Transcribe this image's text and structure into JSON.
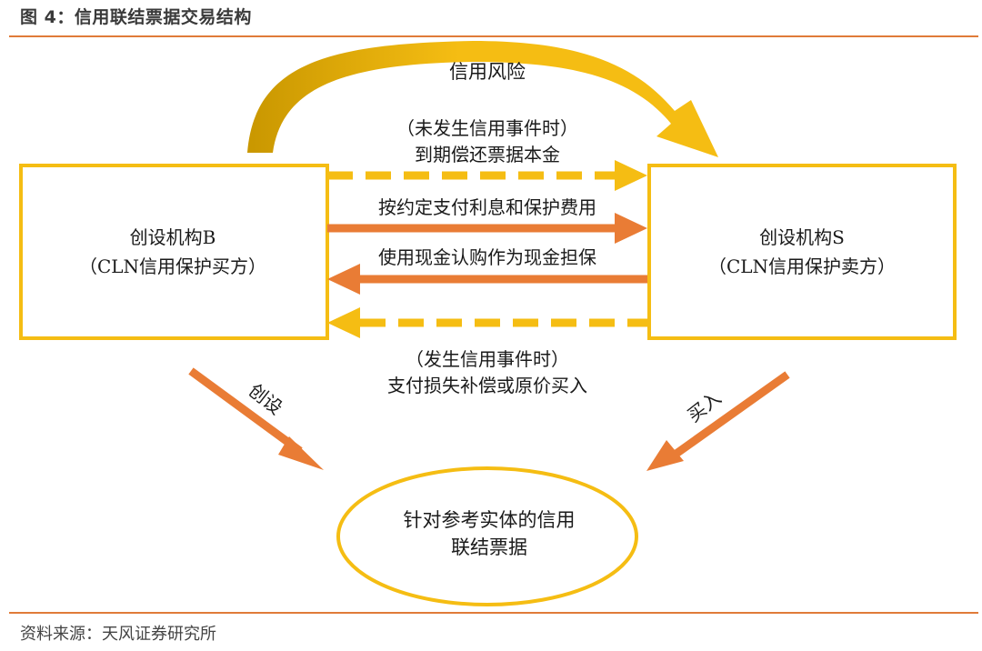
{
  "figure_title": "图 4：信用联结票据交易结构",
  "source_note": "资料来源：天风证券研究所",
  "colors": {
    "gold": "#f5bd13",
    "gold_dark": "#c99700",
    "orange": "#e97c35",
    "rule": "#e07b39"
  },
  "diagram": {
    "credit_risk_label": "信用风险",
    "box_b": {
      "line1": "创设机构B",
      "line2": "（CLN信用保护买方）"
    },
    "box_s": {
      "line1": "创设机构S",
      "line2": "（CLN信用保护卖方）"
    },
    "flow_no_event": {
      "line1": "（未发生信用事件时）",
      "line2": "到期偿还票据本金"
    },
    "flow_interest": "按约定支付利息和保护费用",
    "flow_collateral": "使用现金认购作为现金担保",
    "flow_event": {
      "line1": "（发生信用事件时）",
      "line2": "支付损失补偿或原价买入"
    },
    "create_label": "创设",
    "buy_label": "买入",
    "ellipse": {
      "line1": "针对参考实体的信用",
      "line2": "联结票据"
    }
  }
}
